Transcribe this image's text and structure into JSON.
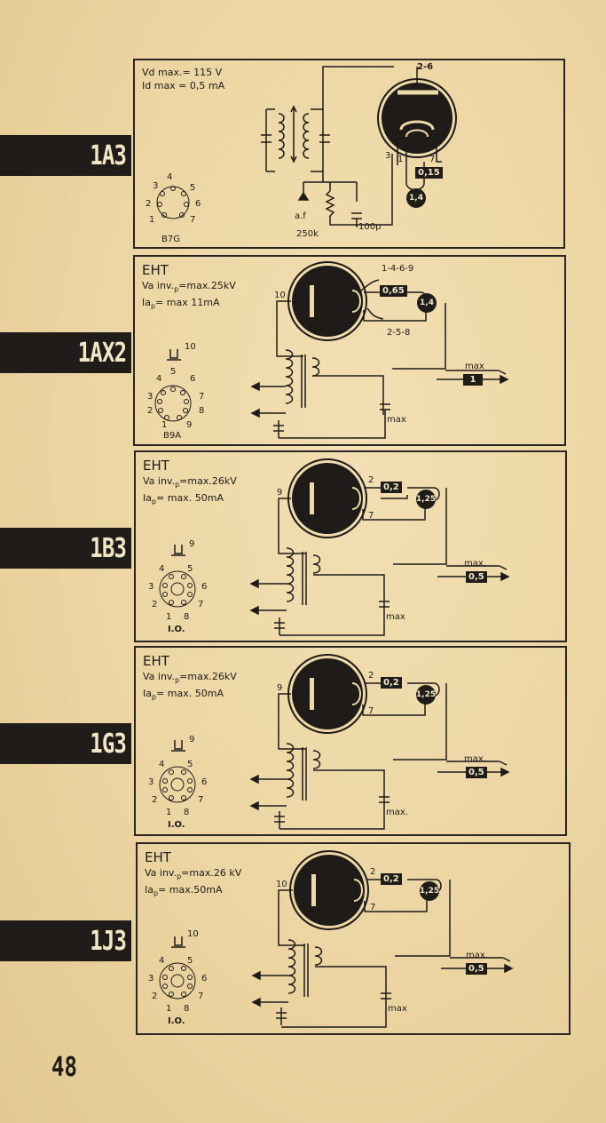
{
  "page_number": "48",
  "sections": [
    {
      "tube": "1A3",
      "spec_lines": [
        "Vd max.= 115 V",
        "Id max = 0,5 mA"
      ],
      "base_name": "B7G",
      "pins": {
        "top": "4",
        "tl": "3",
        "tr": "5",
        "l": "2",
        "r": "6",
        "bl": "1",
        "br": "7"
      },
      "anode_pins": "2-6",
      "left_pin": "3",
      "pin_1": "1",
      "pin_7": "7",
      "heater_v": "0,15",
      "heater_i": "1,4",
      "af_label": "a.f",
      "resistor_label": "250k",
      "capacitor_label": "100p"
    },
    {
      "tube": "1AX2",
      "spec_head": "EHT",
      "spec_line2": "Va inv.",
      "spec_line2_sub": "p",
      "spec_line2_tail": "=max.25kV",
      "spec_line3": "Ia",
      "spec_line3_sub": "p",
      "spec_line3_tail": "= max  11mA",
      "anode_pin": "10",
      "pins_a": "1-4-6-9",
      "pins_b": "2-5-8",
      "heater_v": "0,65",
      "heater_i": "1,4",
      "out_label": "max",
      "out_value": "1",
      "cap_label": "max",
      "base_name": "B9A",
      "top_cap_pin": "10",
      "pins": {
        "top": "5",
        "tl": "4",
        "tr": "6",
        "l": "3",
        "r": "7",
        "l2": "2",
        "r2": "8",
        "bl": "1",
        "br": "9"
      }
    },
    {
      "tube": "1B3",
      "spec_head": "EHT",
      "spec_line2": "Va inv.",
      "spec_line2_sub": "p",
      "spec_line2_tail": "=max.26kV",
      "spec_line3": "Ia",
      "spec_line3_sub": "p",
      "spec_line3_tail": "= max.  50mA",
      "anode_pin": "9",
      "pin_2": "2",
      "pin_7": "7",
      "heater_v": "0,2",
      "heater_i": "1,25",
      "out_label": "max.",
      "out_value": "0,5",
      "cap_label": "max",
      "base_name": "I.O.",
      "top_cap_pin": "9",
      "pins": {
        "tl": "4",
        "tr": "5",
        "l": "3",
        "r": "6",
        "l2": "2",
        "r2": "7",
        "bl": "1",
        "br": "8"
      }
    },
    {
      "tube": "1G3",
      "spec_head": "EHT",
      "spec_line2": "Va inv.",
      "spec_line2_sub": "p",
      "spec_line2_tail": "=max.26kV",
      "spec_line3": "Ia",
      "spec_line3_sub": "p",
      "spec_line3_tail": "= max. 50mA",
      "anode_pin": "9",
      "pin_2": "2",
      "pin_7": "7",
      "heater_v": "0,2",
      "heater_i": "1,25",
      "out_label": "max.",
      "out_value": "0,5",
      "cap_label": "max.",
      "base_name": "I.O.",
      "top_cap_pin": "9",
      "pins": {
        "tl": "4",
        "tr": "5",
        "l": "3",
        "r": "6",
        "l2": "2",
        "r2": "7",
        "bl": "1",
        "br": "8"
      }
    },
    {
      "tube": "1J3",
      "spec_head": "EHT",
      "spec_line2": "Va inv.",
      "spec_line2_sub": "p",
      "spec_line2_tail": "=max.26 kV",
      "spec_line3": "Ia",
      "spec_line3_sub": "p",
      "spec_line3_tail": "= max.50mA",
      "anode_pin": "10",
      "pin_2": "2",
      "pin_7": "7",
      "heater_v": "0,2",
      "heater_i": "1,25",
      "out_label": "max.",
      "out_value": "0,5",
      "cap_label": "max",
      "base_name": "I.O.",
      "top_cap_pin": "10",
      "pins": {
        "tl": "4",
        "tr": "5",
        "l": "3",
        "r": "6",
        "l2": "2",
        "r2": "7",
        "bl": "1",
        "br": "8"
      }
    }
  ]
}
